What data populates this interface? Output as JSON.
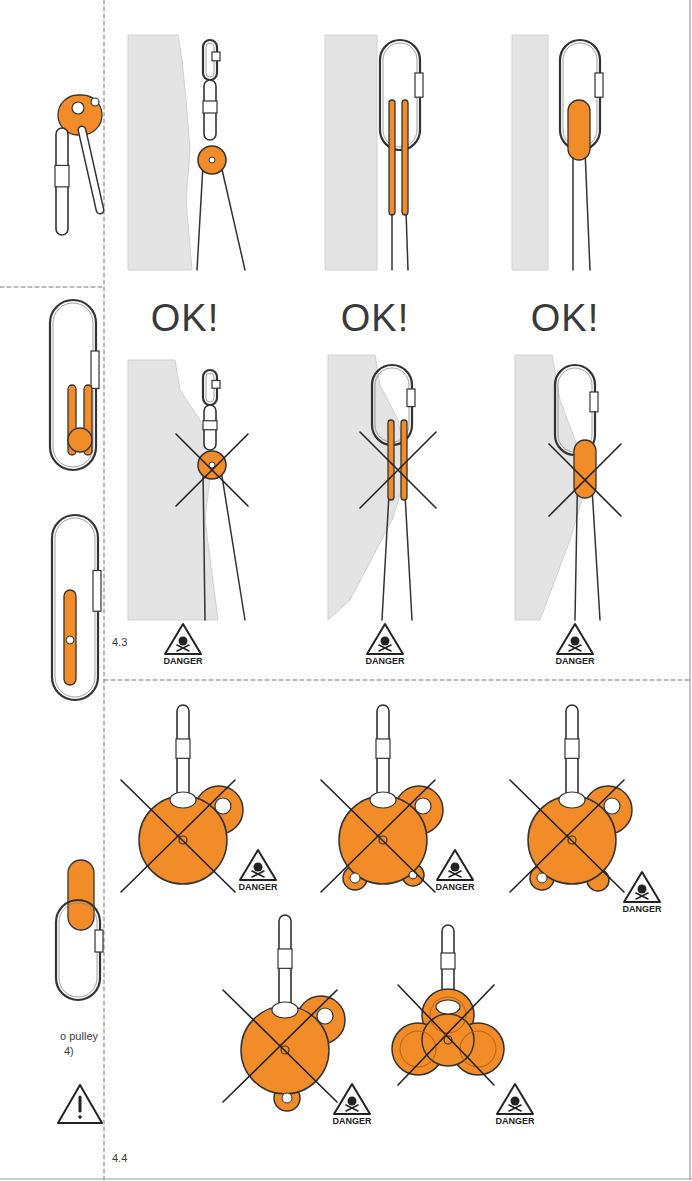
{
  "diagram": {
    "labels": [
      "o pulley",
      "4)",
      "OK!",
      "OK!",
      "OK!",
      "DANGER",
      "DANGER",
      "DANGER",
      "4.3",
      "DANGER",
      "DANGER",
      "DANGER",
      "DANGER",
      "DANGER",
      "4.4"
    ]
  }
}
